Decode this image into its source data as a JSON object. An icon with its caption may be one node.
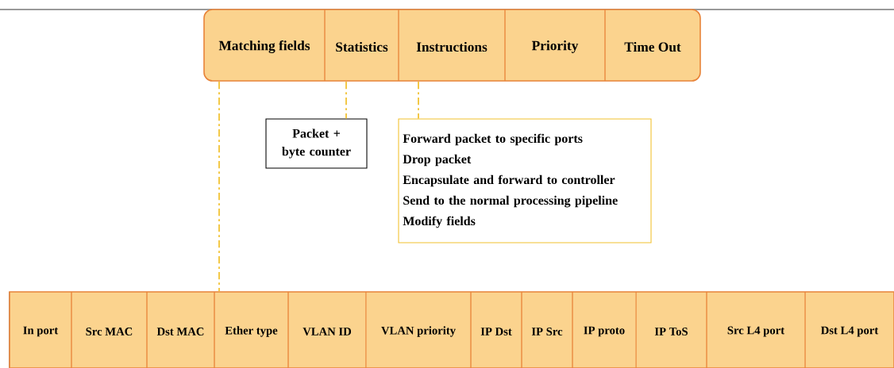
{
  "diagram": {
    "nodes": [
      {
        "text": [],
        "shape": "bar"
      },
      {
        "text": [
          "Matching fields"
        ],
        "in": 0
      },
      {
        "text": [
          "Statistics"
        ],
        "in": 0
      },
      {
        "text": [
          "Instructions"
        ],
        "in": 0
      },
      {
        "text": [
          "Priority"
        ],
        "in": 0
      },
      {
        "text": [
          "Time Out"
        ],
        "in": 0
      },
      {
        "text": [
          "Packet + byte counter"
        ]
      },
      {
        "text": [
          "Forward packet to specific ports",
          "Drop packet",
          "Encapsulate and forward to controller",
          "Send to the normal processing pipeline",
          "Modify fields"
        ]
      },
      {
        "text": [],
        "shape": "bar"
      },
      {
        "text": [
          "In port"
        ],
        "in": 8
      },
      {
        "text": [
          "Src MAC"
        ],
        "in": 8
      },
      {
        "text": [
          "Dst MAC"
        ],
        "in": 8
      },
      {
        "text": [
          "Ether type"
        ],
        "in": 8
      },
      {
        "text": [
          "VLAN ID"
        ],
        "in": 8
      },
      {
        "text": [
          "VLAN priority"
        ],
        "in": 8
      },
      {
        "text": [
          "IP Dst"
        ],
        "in": 8
      },
      {
        "text": [
          "IP Src"
        ],
        "in": 8
      },
      {
        "text": [
          "IP proto"
        ],
        "in": 8
      },
      {
        "text": [
          "IP ToS"
        ],
        "in": 8
      },
      {
        "text": [
          "Src L4 port"
        ],
        "in": 8
      },
      {
        "text": [
          "Dst L4 port"
        ],
        "in": 8
      }
    ],
    "edges": [
      {
        "from": 1,
        "to": 8,
        "arrow": "none",
        "style": "dashed"
      },
      {
        "from": 2,
        "to": 6,
        "arrow": "none",
        "style": "dashed"
      },
      {
        "from": 3,
        "to": 7,
        "arrow": "none",
        "style": "dashed"
      }
    ]
  }
}
